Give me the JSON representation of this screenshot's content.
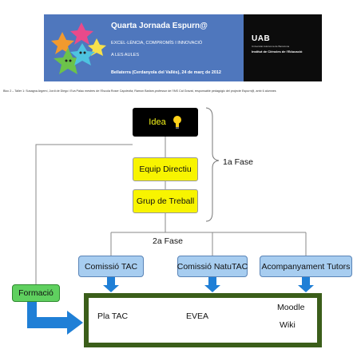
{
  "banner": {
    "title": "Quarta Jornada Espurn@",
    "line1": "EXCEL·LÈNCIA, COMPROMÍS I INNOVACIÓ",
    "line2": "A LES AULES",
    "place": "Bellaterra (Cerdanyola del Vallès), 24 de març de 2012",
    "background_color": "#4f77bd"
  },
  "uab": {
    "logo": "UAB",
    "subtitle": "Universitat Autònoma de Barcelona",
    "institute": "Institut de Ciències de l'Educació"
  },
  "caption": "Bloc 2 – Taller 1: Susagna Argemí, Jordi de Diego i Eva Palau mestres de l'Escola Roser Capdevila; Ramon Barlam,professor de l'INS Cal Gravat, responsable pedagògic del projecte Espurn@, amb 6 alumnes",
  "diagram": {
    "idea": "Idea",
    "equip_directiu": "Equip Directiu",
    "grup_de_treball": "Grup de Treball",
    "fase1": "1a Fase",
    "fase2": "2a Fase",
    "comissio_tac": "Comissió TAC",
    "comissio_natutac": "Comissió NatuTAC",
    "acompanyament": "Acompanyament Tutors",
    "formacio": "Formació",
    "pla_tac": "Pla TAC",
    "evea": "EVEA",
    "moodle": "Moodle",
    "wiki": "Wiki",
    "colors": {
      "idea_box": "#000000",
      "idea_text": "#f5f51a",
      "phase1_boxes": "#f8f400",
      "committee_boxes": "#a7cdf0",
      "arrows": "#1f7fd6",
      "formacio_box": "#5fd05f",
      "frame": "#3b5e1a"
    }
  }
}
